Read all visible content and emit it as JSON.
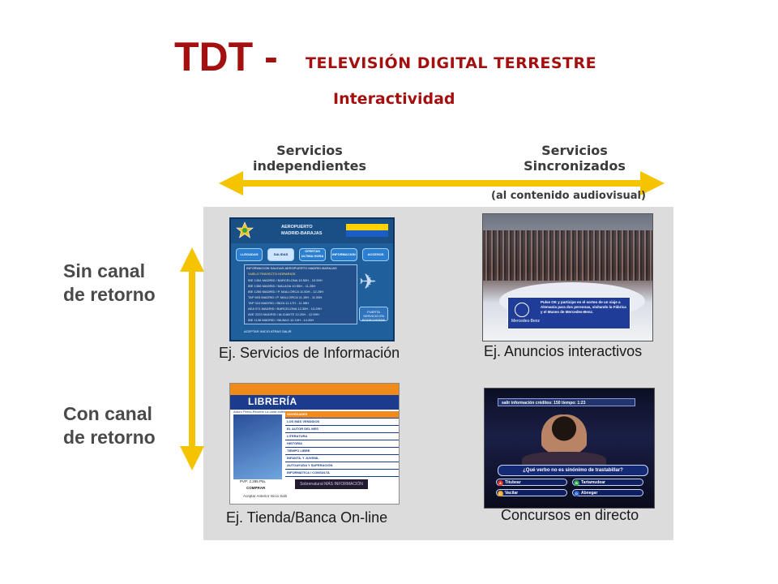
{
  "header": {
    "main": "TDT -",
    "sub": "TELEVISIÓN DIGITAL TERRESTRE",
    "subtitle": "Interactividad"
  },
  "axis": {
    "left_label_1": "Servicios",
    "left_label_2": "independientes",
    "right_label_1": "Servicios",
    "right_label_2": "Sincronizados",
    "note": "(al contenido audiovisual)"
  },
  "rows": {
    "top_1": "Sin canal",
    "top_2": "de retorno",
    "bottom_1": "Con canal",
    "bottom_2": "de retorno"
  },
  "captions": {
    "info": "Ej. Servicios de Información",
    "ads": "Ej. Anuncios interactivos",
    "shop": "Ej. Tienda/Banca On-line",
    "quiz": "Concursos en directo"
  },
  "colors": {
    "title": "#a40f0f",
    "arrow": "#f5c400",
    "panel": "#dcdcdc"
  },
  "airport": {
    "name_1": "AEROPUERTO",
    "name_2": "MADRID-BARAJAS",
    "buttons": [
      "LLEGADAS",
      "SALIDAS",
      "OFERTAS ULTIMA HORA",
      "INFORMACION",
      "ACCESOS"
    ],
    "table_title": "INFORMACION SALIDAS AEROPUERTO MADRID-BARAJAS",
    "columns": "VUELO     TRAYECTO          HORARIOS",
    "rows": [
      "IBE 1454   MADRID / BARCELONA   10.50H - 10.59H",
      "IBE 1356   MADRID / MALAGA      10.55H - 11.25H",
      "IBE 1256   MADRID / P. MALLORCA 11.50H - 12.25H",
      "TAP 603    MADRID / P. MALLORCA 11.15H - 11.55H",
      "TAP 324    MADRID / IBIZA       11.17H - 11.55H",
      "AEA 071    MADRID / BARCELONA   12.30H - 13.29H",
      "AVE 2223   MADRID / ALICANTE    12.20H - 12.59H",
      "IBE 1128   MADRID / BILBAO      12.10H - 14.20H"
    ],
    "side_button": "PUERTA SERVICIO EN RODEOVERDE",
    "legend": "ACEPTAR   INICIO   ATRAS   SALIR"
  },
  "ad": {
    "text": "Pulse OK y participe en el sorteo de un viaje a Alemania para dos personas, visitando la Fábrica y el Museo de Mercedes-Benz.",
    "brand": "Mercedes-Benz"
  },
  "shop": {
    "brand": "LIBRERÍA",
    "book_title": "Arturo Pérez-Reverte La carta esférica",
    "menu": [
      "NOVEDADES",
      "LOS MÁS VENDIDOS",
      "EL AUTOR DEL MES",
      "LITERATURA",
      "HISTORIA",
      "TIEMPO LIBRE",
      "INFANTIL Y JUVENIL",
      "AUTOAYUDA Y SUPERACIÓN",
      "INFORMÁTICA / CONSULTA"
    ],
    "price": "PVP: 2.295 Pta.",
    "buy": "COMPRAR",
    "banner": "Sobrenatural   MÁS INFORMACIÓN",
    "nav": "Aceptar   Anterior   Inicio   Salir"
  },
  "quiz": {
    "top": "salir   información   créditos: 150   tiempo: 1:23",
    "question": "¿Qué verbo no es sinónimo de trastabillar?",
    "answers": [
      {
        "letter": "A",
        "text": "Titubear",
        "color": "#e0342a"
      },
      {
        "letter": "B",
        "text": "Tartamudear",
        "color": "#2fa64a"
      },
      {
        "letter": "C",
        "text": "Vacilar",
        "color": "#f0a51b"
      },
      {
        "letter": "D",
        "text": "Abnegar",
        "color": "#2d5ec8"
      }
    ]
  }
}
